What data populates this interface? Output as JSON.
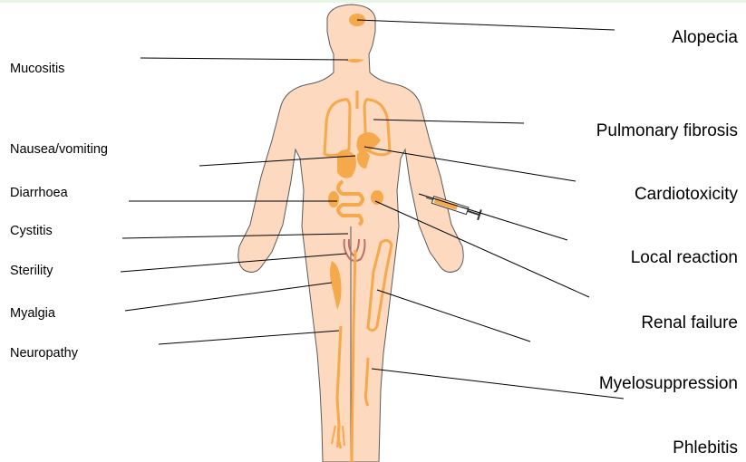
{
  "colors": {
    "skin": "#fcd9bf",
    "skin_outline": "#5a5a5a",
    "organ": "#f6a94a",
    "organ_light": "#f8c27f",
    "bladder": "#b7726a",
    "leader": "#000000"
  },
  "left_labels": {
    "mucositis": "Mucositis",
    "nausea": "Nausea/vomiting",
    "diarrhoea": "Diarrhoea",
    "cystitis": "Cystitis",
    "sterility": "Sterility",
    "myalgia": "Myalgia",
    "neuropathy": "Neuropathy"
  },
  "right_labels": {
    "alopecia": "Alopecia",
    "pulmonary_fibrosis": "Pulmonary fibrosis",
    "cardiotoxicity": "Cardiotoxicity",
    "local_reaction": "Local reaction",
    "renal_failure": "Renal failure",
    "myelosuppression": "Myelosuppression",
    "phlebitis": "Phlebitis"
  },
  "icons": {
    "body": "human-body-figure",
    "syringe": "syringe-icon"
  }
}
